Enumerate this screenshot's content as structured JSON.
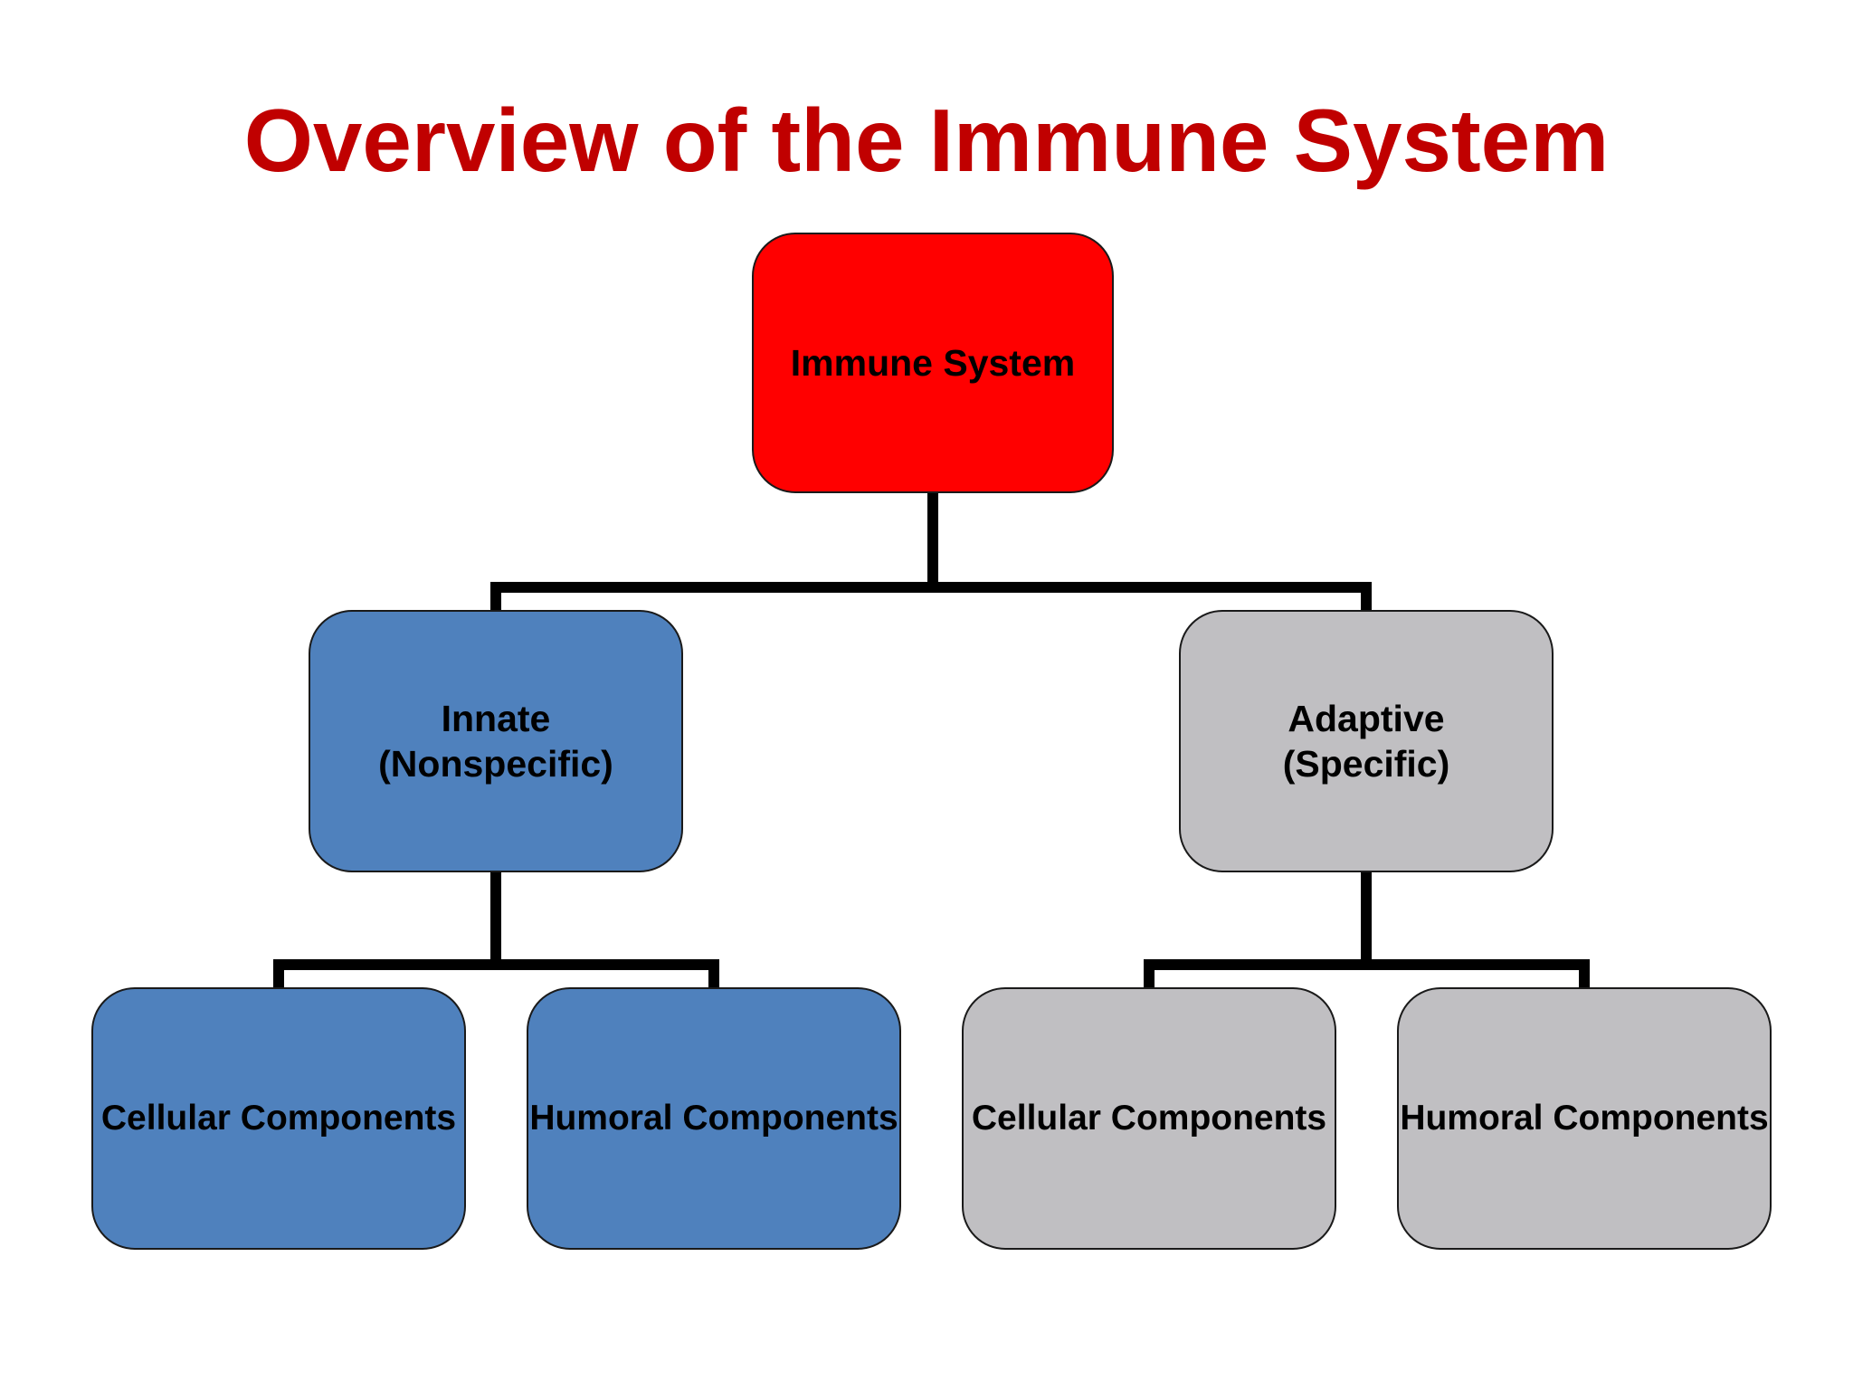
{
  "title": "Overview of the Immune System",
  "colors": {
    "title": "#c00000",
    "root_fill": "#ff0000",
    "innate_fill": "#4f81bd",
    "adaptive_fill": "#c0bfc2",
    "connector": "#000000"
  },
  "nodes": {
    "root": {
      "label": "Immune System"
    },
    "innate": {
      "label": "Innate\n(Nonspecific)"
    },
    "adaptive": {
      "label": "Adaptive\n(Specific)"
    },
    "innate_cellular": {
      "label": "Cellular Components"
    },
    "innate_humoral": {
      "label": "Humoral Components"
    },
    "adaptive_cellular": {
      "label": "Cellular Components"
    },
    "adaptive_humoral": {
      "label": "Humoral Components"
    }
  }
}
